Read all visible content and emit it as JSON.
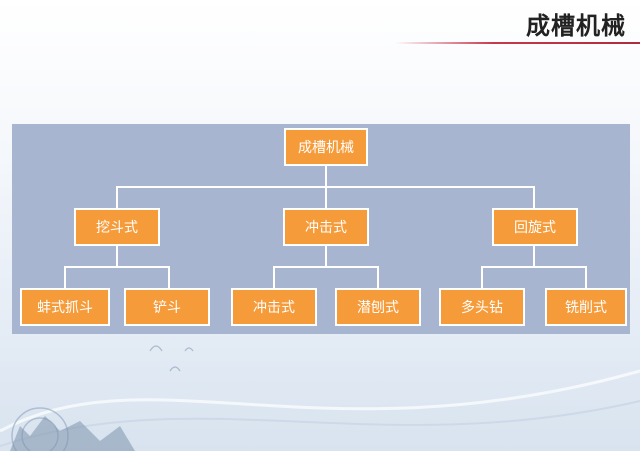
{
  "slide": {
    "title": "成槽机械"
  },
  "diagram": {
    "root": "成槽机械",
    "categories": [
      {
        "label": "挖斗式",
        "children": [
          "蚌式抓斗",
          "铲斗"
        ]
      },
      {
        "label": "冲击式",
        "children": [
          "冲击式",
          "潜刨式"
        ]
      },
      {
        "label": "回旋式",
        "children": [
          "多头钻",
          "铣削式"
        ]
      }
    ]
  },
  "colors": {
    "node_fill": "#f59b3a",
    "node_border": "#ffffff",
    "panel": "#a7b5d1",
    "title_rule": "#c8384c"
  }
}
